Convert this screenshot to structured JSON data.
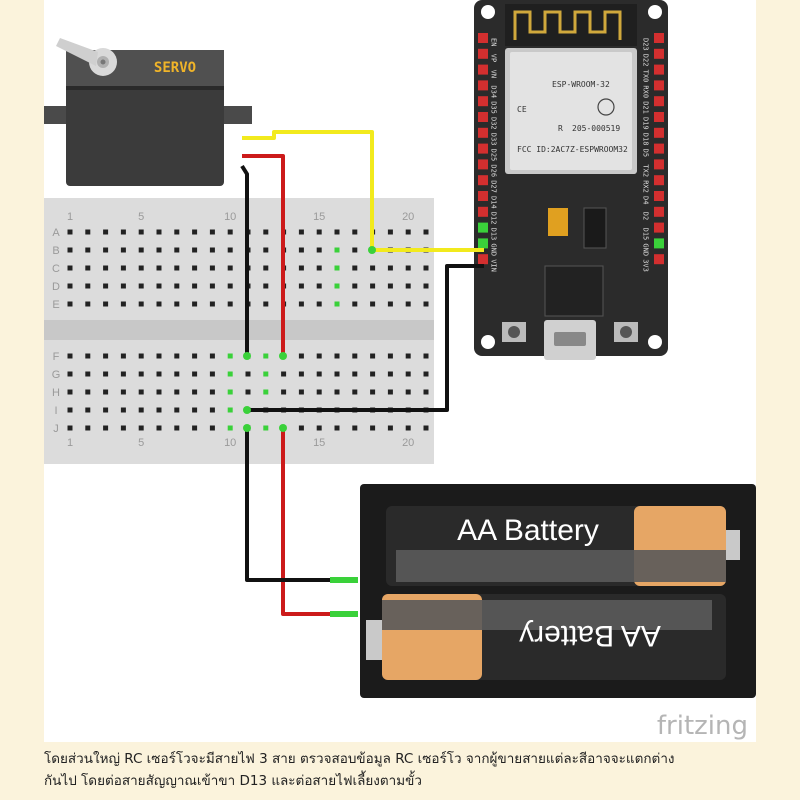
{
  "diagram": {
    "servo_label": "SERVO",
    "battery_label": "AA Battery",
    "module_name": "ESP-WROOM-32",
    "module_fcc": "FCC ID:2AC7Z-ESPWROOM32",
    "module_r": "R",
    "module_code": "205-000519",
    "watermark": "fritzing",
    "breadboard_numbers": [
      "1",
      "5",
      "10",
      "15",
      "20"
    ],
    "breadboard_rows_top": [
      "A",
      "B",
      "C",
      "D",
      "E"
    ],
    "breadboard_rows_bottom": [
      "F",
      "G",
      "H",
      "I",
      "J"
    ],
    "esp_left_pins": [
      "EN",
      "VP",
      "VN",
      "D34",
      "D35",
      "D32",
      "D33",
      "D25",
      "D26",
      "D27",
      "D14",
      "D12",
      "D13",
      "GND",
      "VIN"
    ],
    "esp_right_pins": [
      "D23",
      "D22",
      "TX0",
      "RX0",
      "D21",
      "D19",
      "D18",
      "D5",
      "TX2",
      "RX2",
      "D4",
      "D2",
      "D15",
      "GND",
      "3V3"
    ],
    "wire_colors": {
      "signal": "#f2ea1d",
      "power": "#cc1a1a",
      "ground": "#111111"
    }
  },
  "caption": {
    "line1": "โดยส่วนใหญ่ RC เซอร์โวจะมีสายไฟ 3 สาย ตรวจสอบข้อมูล RC เซอร์โว จากผู้ขายสายแต่ละสีอาจจะแตกต่าง",
    "line2": "กันไป โดยต่อสายสัญญาณเข้าขา D13 และต่อสายไฟเลี้ยงตามขั้ว"
  }
}
